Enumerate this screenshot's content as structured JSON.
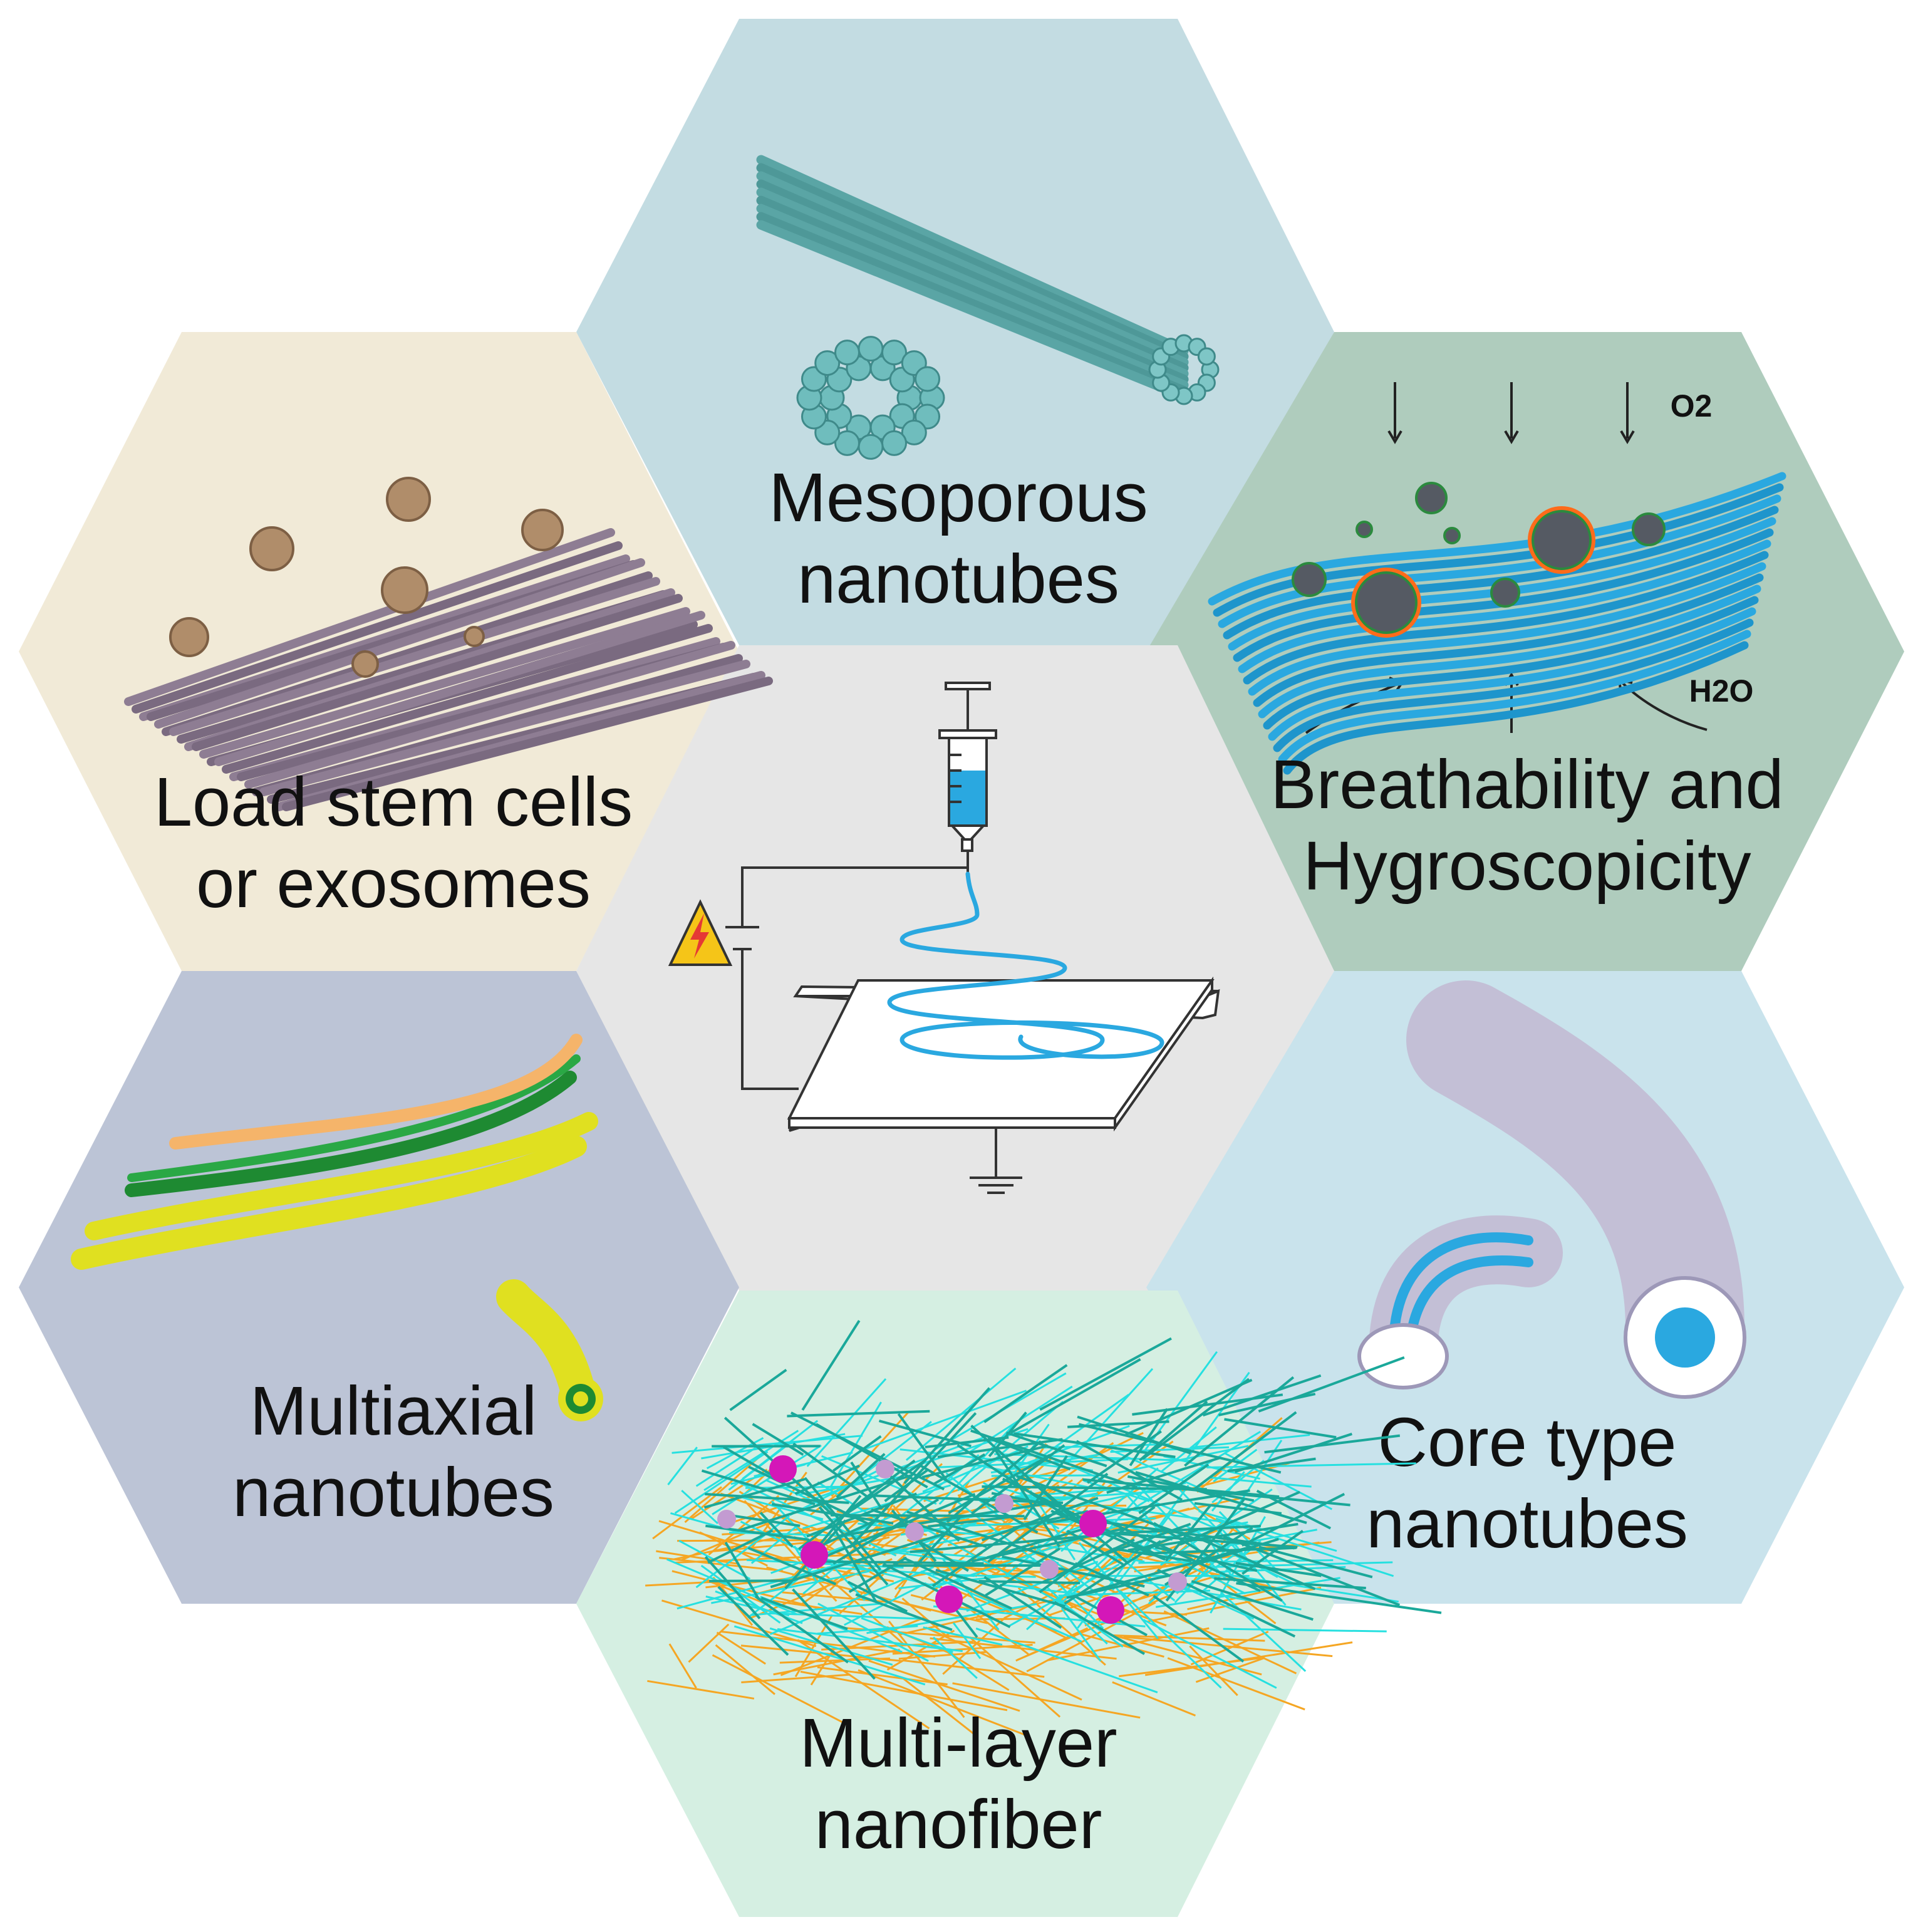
{
  "colors": {
    "center": "#e6e6e6",
    "top": "#c3dce2",
    "top_left": "#f1ead7",
    "top_right": "#afccbd",
    "bottom_left": "#bcc4d6",
    "bottom_right": "#c9e3ec",
    "bottom": "#d5efe2",
    "fiber_blue": "#2aa8e0",
    "mesoporous_tube": "#5aa5a5",
    "stem_rods": "#8e7d93",
    "stem_cells": "#b08d6a",
    "core_shell": "#c3bfd6",
    "core_inner": "#2aa8e0",
    "multiaxial_yellow": "#e0e020",
    "multiaxial_green": "#1e8a32",
    "multiaxial_orange": "#f5b46a",
    "layer_teal": "#1aa89a",
    "layer_cyan": "#26e0e0",
    "layer_orange": "#f5a623",
    "particle_magenta": "#d417b8",
    "particle_lilac": "#c39bd1",
    "warning_yellow": "#f5c518",
    "warning_red": "#e53935"
  },
  "hexagons": {
    "top": {
      "line1": "Mesoporous",
      "line2": "nanotubes"
    },
    "top_left": {
      "line1": "Load stem cells",
      "line2": "or exosomes"
    },
    "top_right": {
      "line1": "Breathability and",
      "line2": "Hygroscopicity",
      "o2": "O2",
      "h2o": "H2O"
    },
    "bottom_left": {
      "line1": "Multiaxial",
      "line2": "nanotubes"
    },
    "bottom_right": {
      "line1": "Core type",
      "line2": "nanotubes"
    },
    "bottom": {
      "line1": "Multi-layer",
      "line2": "nanofiber"
    }
  }
}
